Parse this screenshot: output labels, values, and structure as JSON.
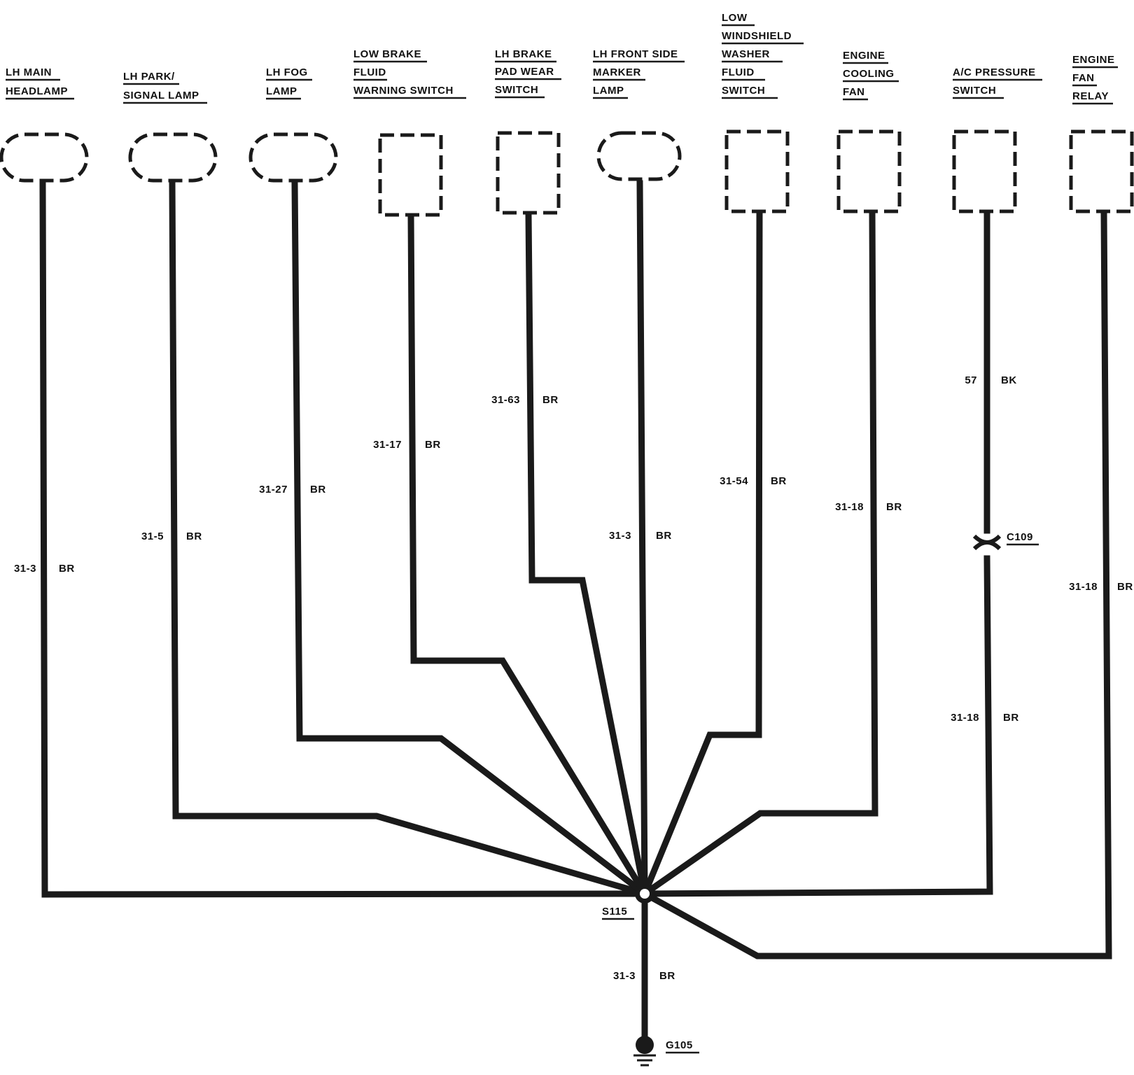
{
  "components": [
    {
      "id": "c1",
      "lines": [
        "LH MAIN",
        "HEADLAMP"
      ]
    },
    {
      "id": "c2",
      "lines": [
        "LH PARK/",
        "SIGNAL LAMP"
      ]
    },
    {
      "id": "c3",
      "lines": [
        "LH FOG",
        "LAMP"
      ]
    },
    {
      "id": "c4",
      "lines": [
        "LOW BRAKE",
        "FLUID",
        "WARNING SWITCH"
      ]
    },
    {
      "id": "c5",
      "lines": [
        "LH BRAKE",
        "PAD WEAR",
        "SWITCH"
      ]
    },
    {
      "id": "c6",
      "lines": [
        "LH FRONT SIDE",
        "MARKER",
        "LAMP"
      ]
    },
    {
      "id": "c7",
      "lines": [
        "LOW",
        "WINDSHIELD",
        "WASHER",
        "FLUID",
        "SWITCH"
      ]
    },
    {
      "id": "c8",
      "lines": [
        "ENGINE",
        "COOLING",
        "FAN"
      ]
    },
    {
      "id": "c9",
      "lines": [
        "A/C PRESSURE",
        "SWITCH"
      ]
    },
    {
      "id": "c10",
      "lines": [
        "ENGINE",
        "FAN",
        "RELAY"
      ]
    }
  ],
  "wires": [
    {
      "id": "w1",
      "circuit": "31-3",
      "color": "BR"
    },
    {
      "id": "w2",
      "circuit": "31-5",
      "color": "BR"
    },
    {
      "id": "w3",
      "circuit": "31-27",
      "color": "BR"
    },
    {
      "id": "w4",
      "circuit": "31-17",
      "color": "BR"
    },
    {
      "id": "w5",
      "circuit": "31-63",
      "color": "BR"
    },
    {
      "id": "w6",
      "circuit": "31-3",
      "color": "BR"
    },
    {
      "id": "w7",
      "circuit": "31-54",
      "color": "BR"
    },
    {
      "id": "w8",
      "circuit": "31-18",
      "color": "BR"
    },
    {
      "id": "w9a",
      "circuit": "57",
      "color": "BK"
    },
    {
      "id": "w9b",
      "circuit": "31-18",
      "color": "BR"
    },
    {
      "id": "w10",
      "circuit": "31-18",
      "color": "BR"
    },
    {
      "id": "wg",
      "circuit": "31-3",
      "color": "BR"
    }
  ],
  "splice": {
    "label": "S115"
  },
  "connector": {
    "label": "C109"
  },
  "ground": {
    "label": "G105"
  }
}
